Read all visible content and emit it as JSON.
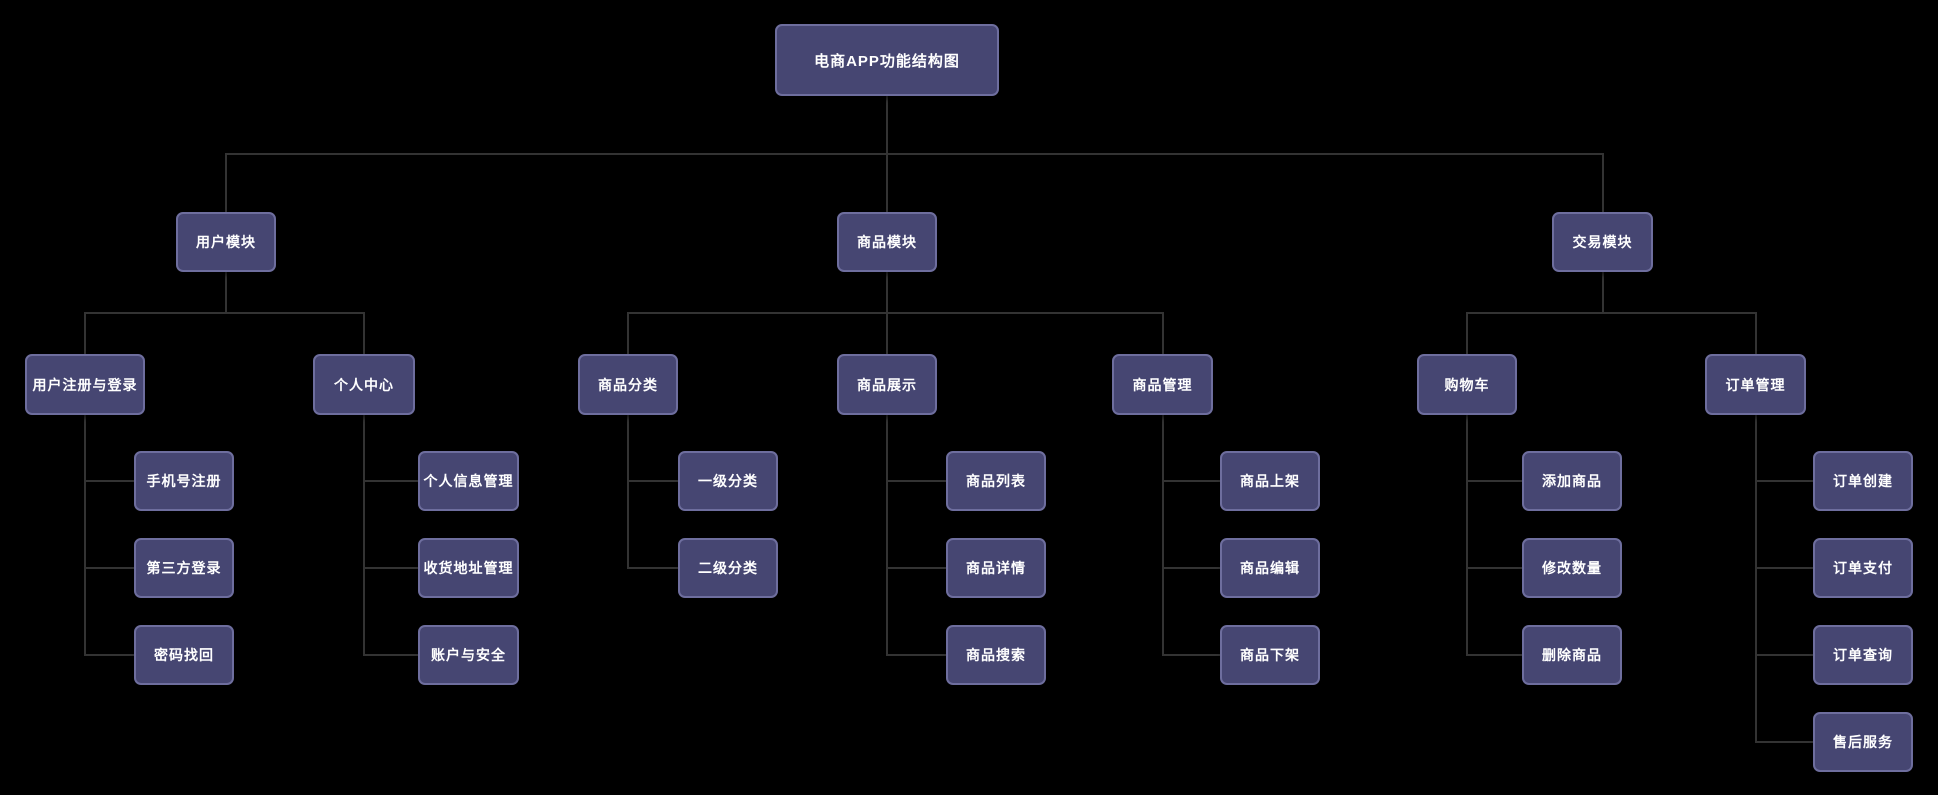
{
  "diagram": {
    "title": "电商APP功能结构图",
    "colors": {
      "background": "#000000",
      "node_fill": "#464672",
      "node_border": "#6e6e9e",
      "node_text": "#ffffff",
      "connector": "#333333"
    },
    "tree": {
      "id": "root",
      "label": "电商APP功能结构图",
      "children": [
        {
          "id": "user-module",
          "label": "用户模块",
          "children": [
            {
              "id": "user-register-login",
              "label": "用户注册与登录",
              "children": [
                {
                  "id": "phone-register",
                  "label": "手机号注册"
                },
                {
                  "id": "third-party-login",
                  "label": "第三方登录"
                },
                {
                  "id": "password-recovery",
                  "label": "密码找回"
                }
              ]
            },
            {
              "id": "personal-center",
              "label": "个人中心",
              "children": [
                {
                  "id": "personal-info-manage",
                  "label": "个人信息管理"
                },
                {
                  "id": "address-manage",
                  "label": "收货地址管理"
                },
                {
                  "id": "account-security",
                  "label": "账户与安全"
                }
              ]
            }
          ]
        },
        {
          "id": "product-module",
          "label": "商品模块",
          "children": [
            {
              "id": "product-category",
              "label": "商品分类",
              "children": [
                {
                  "id": "category-level1",
                  "label": "一级分类"
                },
                {
                  "id": "category-level2",
                  "label": "二级分类"
                }
              ]
            },
            {
              "id": "product-display",
              "label": "商品展示",
              "children": [
                {
                  "id": "product-list",
                  "label": "商品列表"
                },
                {
                  "id": "product-detail",
                  "label": "商品详情"
                },
                {
                  "id": "product-search",
                  "label": "商品搜索"
                }
              ]
            },
            {
              "id": "product-manage",
              "label": "商品管理",
              "children": [
                {
                  "id": "product-on-shelf",
                  "label": "商品上架"
                },
                {
                  "id": "product-edit",
                  "label": "商品编辑"
                },
                {
                  "id": "product-off-shelf",
                  "label": "商品下架"
                }
              ]
            }
          ]
        },
        {
          "id": "trade-module",
          "label": "交易模块",
          "children": [
            {
              "id": "shopping-cart",
              "label": "购物车",
              "children": [
                {
                  "id": "cart-add-product",
                  "label": "添加商品"
                },
                {
                  "id": "cart-modify-quantity",
                  "label": "修改数量"
                },
                {
                  "id": "cart-delete-product",
                  "label": "删除商品"
                }
              ]
            },
            {
              "id": "order-manage",
              "label": "订单管理",
              "children": [
                {
                  "id": "order-create",
                  "label": "订单创建"
                },
                {
                  "id": "order-pay",
                  "label": "订单支付"
                },
                {
                  "id": "order-query",
                  "label": "订单查询"
                },
                {
                  "id": "after-sale-service",
                  "label": "售后服务"
                }
              ]
            }
          ]
        }
      ]
    }
  }
}
